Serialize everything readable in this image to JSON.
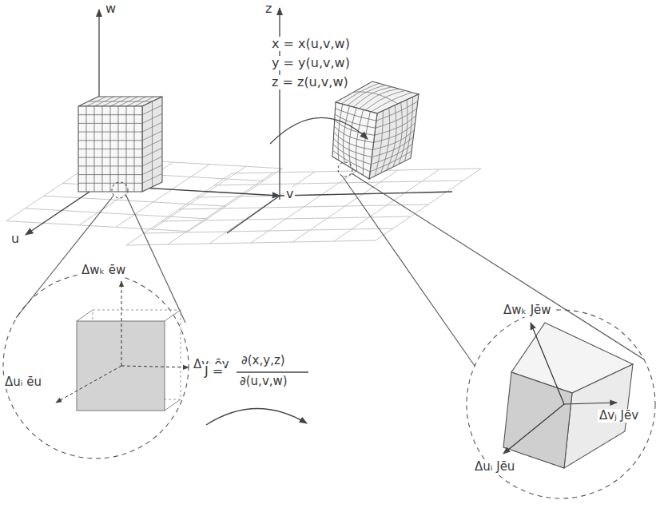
{
  "diagram": {
    "labels": [
      "w",
      "v",
      "u",
      "x = x(u,v,w)",
      "y = y(u,v,w)",
      "z = z(u,v,w)",
      "z",
      "Δwₖ ēw",
      "Δuᵢ ēu",
      "Δvⱼ ēv",
      "J =",
      "∂(x,y,z)",
      "∂(u,v,w)",
      "Δwₖ Jēw",
      "Δvⱼ Jēv",
      "Δuᵢ Jēu"
    ]
  }
}
